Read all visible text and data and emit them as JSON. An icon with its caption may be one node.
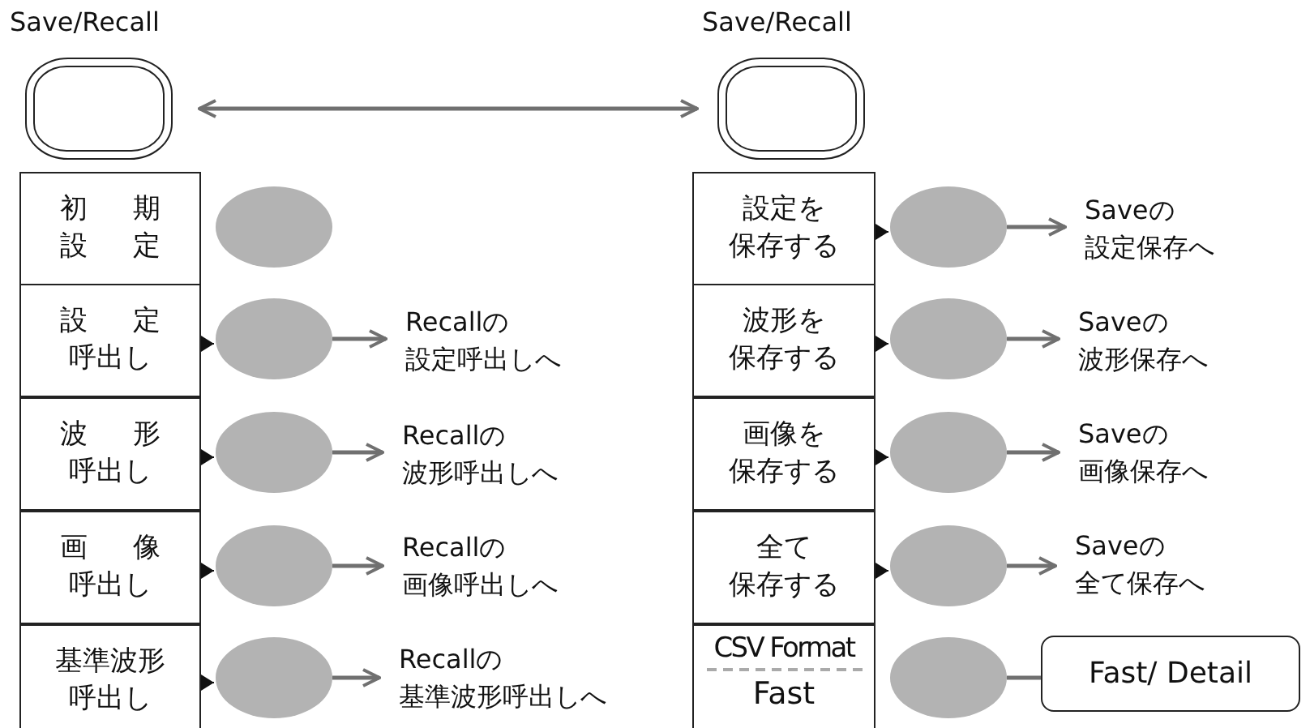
{
  "diagram": {
    "nodes": [
      {
        "text": [
          "Save/Recall"
        ]
      },
      {
        "text": [
          "Save/Recall"
        ]
      },
      {
        "text": [
          "初期設定"
        ]
      },
      {
        "text": [],
        "shape": "circle"
      },
      {
        "text": [
          "設定呼出し"
        ]
      },
      {
        "text": [],
        "shape": "circle"
      },
      {
        "text": [
          "Recallの設定呼出しへ"
        ]
      },
      {
        "text": [
          "波形呼出し"
        ]
      },
      {
        "text": [],
        "shape": "circle"
      },
      {
        "text": [
          "Recallの波形呼出しへ"
        ]
      },
      {
        "text": [
          "画像呼出し"
        ]
      },
      {
        "text": [],
        "shape": "circle"
      },
      {
        "text": [
          "Recallの画像呼出しへ"
        ]
      },
      {
        "text": [
          "基準波形呼出し"
        ]
      },
      {
        "text": [],
        "shape": "circle"
      },
      {
        "text": [
          "Recallの基準波形呼出しへ"
        ]
      },
      {
        "text": [
          "設定を保存する"
        ]
      },
      {
        "text": [],
        "shape": "circle"
      },
      {
        "text": [
          "Saveの設定保存へ"
        ]
      },
      {
        "text": [
          "波形を保存する"
        ]
      },
      {
        "text": [],
        "shape": "circle"
      },
      {
        "text": [
          "Saveの波形保存へ"
        ]
      },
      {
        "text": [
          "画像を保存する"
        ]
      },
      {
        "text": [],
        "shape": "circle"
      },
      {
        "text": [
          "Saveの画像保存へ"
        ]
      },
      {
        "text": [
          "全て保存する"
        ]
      },
      {
        "text": [],
        "shape": "circle"
      },
      {
        "text": [
          "Saveの全て保存へ"
        ]
      },
      {
        "text": [
          "CSV Format",
          "Fast"
        ]
      },
      {
        "text": [],
        "shape": "circle"
      },
      {
        "text": [
          "Fast/ Detail"
        ]
      }
    ],
    "edges": [
      {
        "from": 0,
        "to": 1,
        "arrow": "both"
      },
      {
        "from": 5,
        "to": 6,
        "arrow": "to"
      },
      {
        "from": 8,
        "to": 9,
        "arrow": "to"
      },
      {
        "from": 11,
        "to": 12,
        "arrow": "to"
      },
      {
        "from": 14,
        "to": 15,
        "arrow": "to"
      },
      {
        "from": 17,
        "to": 18,
        "arrow": "to"
      },
      {
        "from": 20,
        "to": 21,
        "arrow": "to"
      },
      {
        "from": 23,
        "to": 24,
        "arrow": "to"
      },
      {
        "from": 26,
        "to": 27,
        "arrow": "to"
      },
      {
        "from": 29,
        "to": 30,
        "arrow": "none"
      },
      {
        "from": 4,
        "to": 5,
        "arrow": "to",
        "color": "#111111"
      },
      {
        "from": 7,
        "to": 8,
        "arrow": "to",
        "color": "#111111"
      },
      {
        "from": 10,
        "to": 11,
        "arrow": "to",
        "color": "#111111"
      },
      {
        "from": 13,
        "to": 14,
        "arrow": "to",
        "color": "#111111"
      },
      {
        "from": 16,
        "to": 17,
        "arrow": "to",
        "color": "#111111"
      },
      {
        "from": 19,
        "to": 20,
        "arrow": "to",
        "color": "#111111"
      },
      {
        "from": 22,
        "to": 23,
        "arrow": "to",
        "color": "#111111"
      },
      {
        "from": 25,
        "to": 26,
        "arrow": "to",
        "color": "#111111"
      }
    ]
  }
}
